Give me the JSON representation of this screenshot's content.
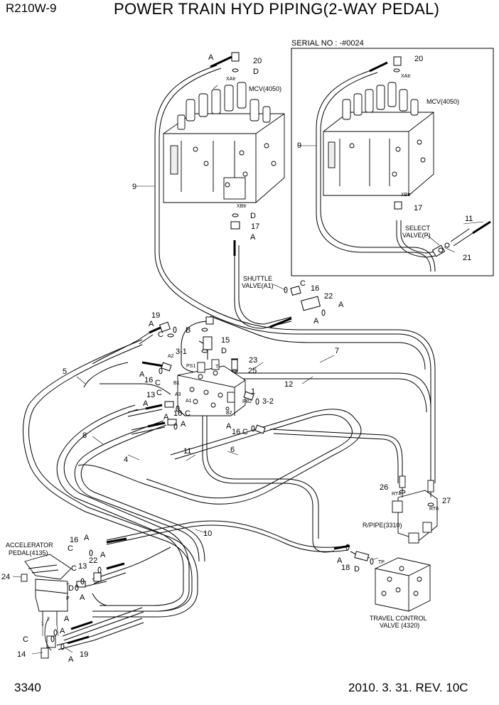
{
  "header": {
    "model": "R210W-9",
    "title": "POWER TRAIN HYD PIPING(2-WAY PEDAL)"
  },
  "inset": {
    "serial_no": "SERIAL NO : -#0024"
  },
  "components": {
    "mcv": "MCV(4050)",
    "shuttle_valve_l1": "SHUTTLE",
    "shuttle_valve_l2": "VALVE(A1)",
    "select_valve_l1": "SELECT",
    "select_valve_l2": "VALVE(P)",
    "rpipe": "R/PIPE(3310)",
    "accel_l1": "ACCELERATOR",
    "accel_l2": "PEDAL(4135)",
    "travel_l1": "TRAVEL CONTROL",
    "travel_l2": "VALVE (4320)"
  },
  "port_labels": {
    "xatr": "XAtr",
    "xbtr": "XBtr",
    "a2": "A2",
    "ps1": "PS1",
    "b1": "B1",
    "a3": "A3",
    "a1": "A1",
    "t": "T",
    "b2": "B2",
    "pb2": "PB2",
    "rt4": "RT4",
    "rt6": "RT6",
    "tp": "TP",
    "pedal_t": "T",
    "pedal_p": "P",
    "pedal_1": "1",
    "pedal_2": "2"
  },
  "callouts": {
    "n1": "1",
    "n3_1": "3-1",
    "n3_2": "3-2",
    "n4": "4",
    "n5": "5",
    "n6": "6",
    "n7": "7",
    "n8": "8",
    "n9": "9",
    "n10": "10",
    "n11": "11",
    "n12": "12",
    "n13": "13",
    "n14": "14",
    "n15": "15",
    "n16": "16",
    "n17": "17",
    "n18": "18",
    "n19": "19",
    "n20": "20",
    "n21": "21",
    "n22": "22",
    "n23": "23",
    "n24": "24",
    "n25": "25",
    "n26": "26",
    "n27": "27",
    "a": "A",
    "b": "B",
    "c": "C",
    "d": "D"
  },
  "footer": {
    "page": "3340",
    "revision": "2010. 3. 31. REV. 10C"
  }
}
